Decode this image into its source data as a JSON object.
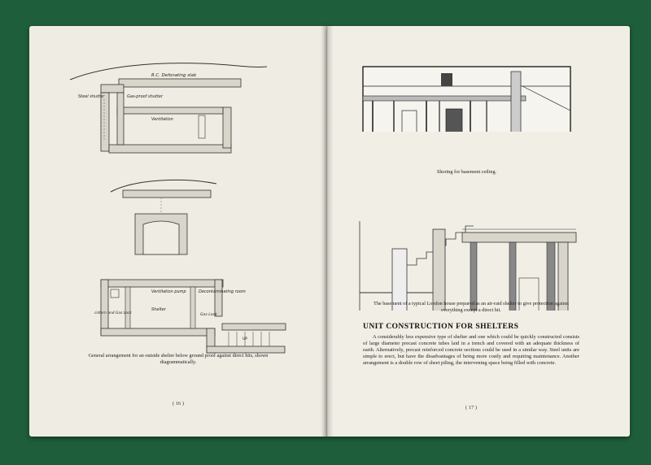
{
  "left_page": {
    "diagram1_labels": {
      "slab": "R.C. Defonating slab",
      "steel_shutter": "Steel shutter",
      "gas_proof_shutter": "Gas-proof shutter",
      "ventilation": "Ventilation"
    },
    "diagram3_labels": {
      "ventilation_pump": "Ventilation pump",
      "decontaminating_room": "Decontaminating room",
      "shelter": "Shelter",
      "cistern_gas_lock": "cistern and Gas Lock",
      "gas_lock": "Gas Lock",
      "up": "UP"
    },
    "caption": "General arrangement for an outside shelter below ground proof against direct hits, shown diagrammatically.",
    "page_number": "( 16 )"
  },
  "right_page": {
    "figure1_caption": "Shoring for basement ceiling.",
    "figure2_caption": "The basement of a typical London house prepared as an air-raid shelter to give protection against everything except a direct hit.",
    "heading": "UNIT CONSTRUCTION FOR SHELTERS",
    "body": "A considerably less expensive type of shelter and one which could be quickly constructed consists of large diameter precast concrete tubes laid in a trench and covered with an adequate thickness of earth. Alternatively, precast reinforced concrete sections could be used in a similar way. Steel units are simple to erect, but have the disadvantages of being more costly and requiring maintenance. Another arrangement is a double row of sheet piling, the intervening space being filled with concrete.",
    "page_number": "( 17 )"
  }
}
